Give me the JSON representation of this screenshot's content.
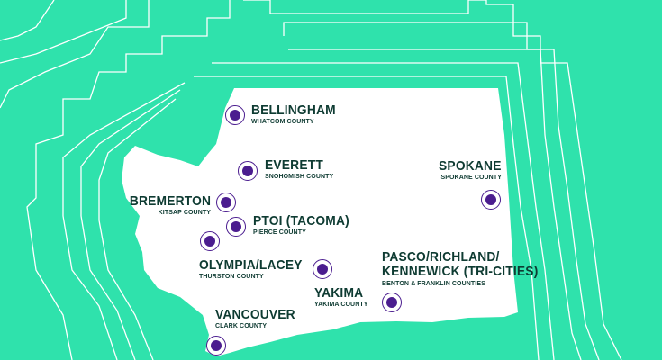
{
  "colors": {
    "background": "#2fe2ac",
    "land": "#ffffff",
    "contour": "#ffffff",
    "marker": "#4b1d8f",
    "text": "#0e3b32"
  },
  "marker_icon": "circle-target-icon",
  "locations": [
    {
      "id": "bellingham",
      "name": "BELLINGHAM",
      "county": "WHATCOM COUNTY"
    },
    {
      "id": "everett",
      "name": "EVERETT",
      "county": "SNOHOMISH COUNTY"
    },
    {
      "id": "spokane",
      "name": "SPOKANE",
      "county": "SPOKANE COUNTY"
    },
    {
      "id": "bremerton",
      "name": "BREMERTON",
      "county": "KITSAP COUNTY"
    },
    {
      "id": "tacoma",
      "name": "PTOI (TACOMA)",
      "county": "PIERCE COUNTY"
    },
    {
      "id": "olympia",
      "name": "OLYMPIA/LACEY",
      "county": "THURSTON COUNTY"
    },
    {
      "id": "yakima",
      "name": "YAKIMA",
      "county": "YAKIMA COUNTY"
    },
    {
      "id": "tricities",
      "name": "PASCO/RICHLAND/\nKENNEWICK (TRI-CITIES)",
      "county": "BENTON & FRANKLIN COUNTIES"
    },
    {
      "id": "vancouver",
      "name": "VANCOUVER",
      "county": "CLARK COUNTY"
    }
  ]
}
